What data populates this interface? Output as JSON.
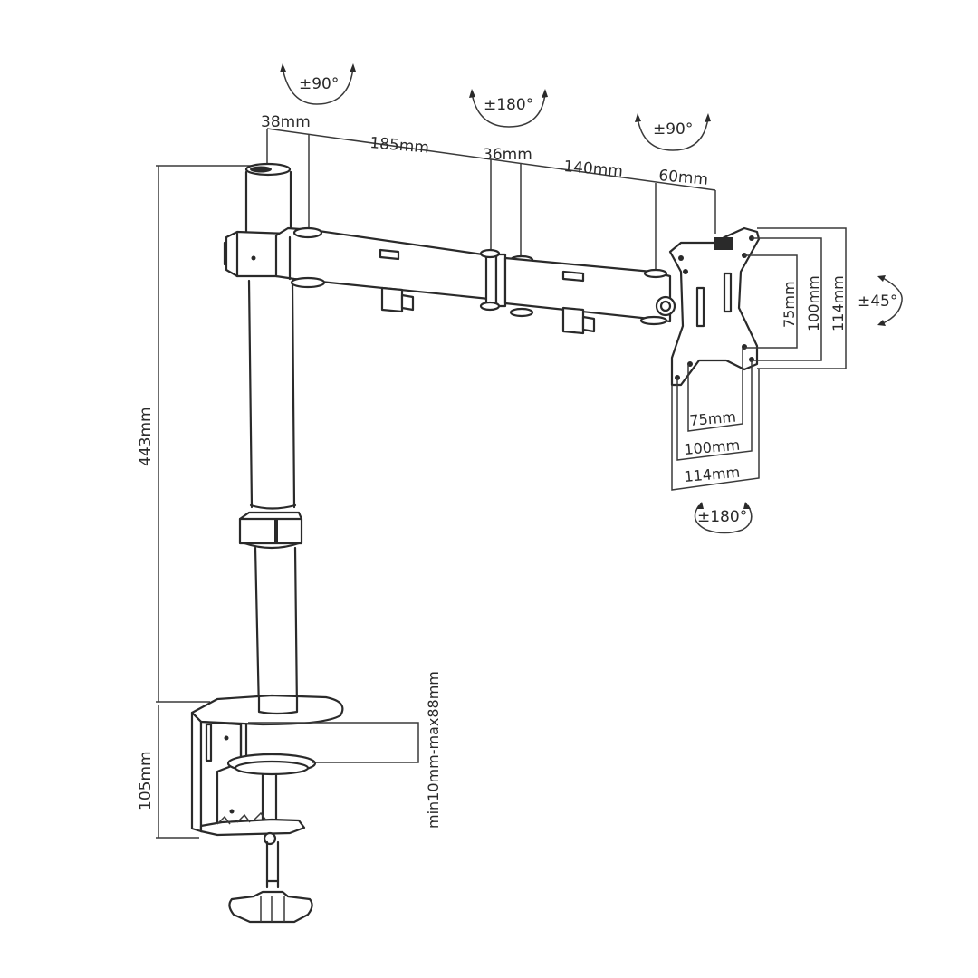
{
  "diagram": {
    "subject": "Single monitor desk-mount arm with C-clamp",
    "arm_segments": {
      "pole_offset": "38mm",
      "first_arm": "185mm",
      "middle_joint": "36mm",
      "second_arm": "140mm",
      "vesa_head": "60mm"
    },
    "rotations": {
      "pole_swivel": "±90°",
      "elbow_swivel": "±180°",
      "head_swivel": "±90°",
      "tilt": "±45°",
      "rotation": "±180°"
    },
    "heights": {
      "pole_height": "443mm",
      "clamp_height": "105mm"
    },
    "clamp": {
      "desk_thickness": "min10mm-max88mm"
    },
    "vesa": {
      "vertical": [
        "75mm",
        "100mm",
        "114mm"
      ],
      "horizontal": [
        "75mm",
        "100mm",
        "114mm"
      ]
    },
    "colors": {
      "line": "#2a2a2a",
      "background": "#ffffff"
    }
  }
}
